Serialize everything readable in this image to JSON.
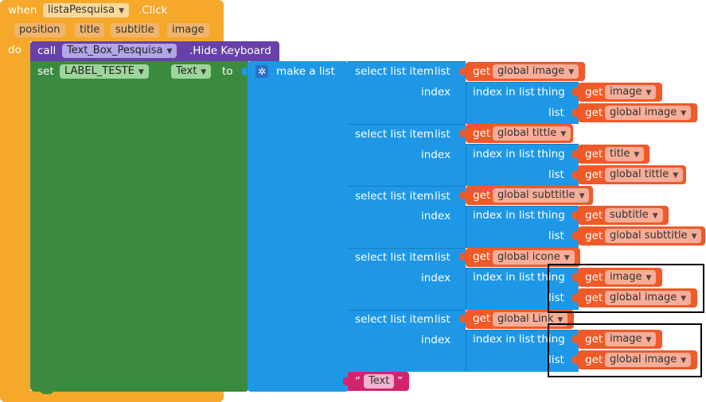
{
  "event": {
    "when": "when",
    "component": "listaPesquisa",
    "event_name": ".Click",
    "params": [
      "position",
      "title",
      "subtitle",
      "image"
    ],
    "do": "do"
  },
  "call_block": {
    "call": "call",
    "component": "Text_Box_Pesquisa",
    "method": ".Hide Keyboard"
  },
  "set_block": {
    "set": "set",
    "component": "LABEL_TESTE",
    "dot": ".",
    "property": "Text",
    "to": "to"
  },
  "make_list": {
    "label": "make a list"
  },
  "select_items": [
    {
      "label": "select list item",
      "list_word": "list",
      "index_word": "index",
      "list_get": "global image",
      "index_in_list": "index in list",
      "thing_word": "thing",
      "thing_get": "image",
      "list2_word": "list",
      "list2_get": "global image"
    },
    {
      "label": "select list item",
      "list_word": "list",
      "index_word": "index",
      "list_get": "global tittle",
      "index_in_list": "index in list",
      "thing_word": "thing",
      "thing_get": "title",
      "list2_word": "list",
      "list2_get": "global tittle"
    },
    {
      "label": "select list item",
      "list_word": "list",
      "index_word": "index",
      "list_get": "global subttitle",
      "index_in_list": "index in list",
      "thing_word": "thing",
      "thing_get": "subtitle",
      "list2_word": "list",
      "list2_get": "global subttitle"
    },
    {
      "label": "select list item",
      "list_word": "list",
      "index_word": "index",
      "list_get": "global icone",
      "index_in_list": "index in list",
      "thing_word": "thing",
      "thing_get": "image",
      "list2_word": "list",
      "list2_get": "global image"
    },
    {
      "label": "select list item",
      "list_word": "list",
      "index_word": "index",
      "list_get": "global Link",
      "index_in_list": "index in list",
      "thing_word": "thing",
      "thing_get": "image",
      "list2_word": "list",
      "list2_get": "global image"
    }
  ],
  "get_word": "get",
  "text_block": {
    "open_quote": "“",
    "value": "Text",
    "close_quote": "”"
  },
  "colors": {
    "event": "#f6a82a",
    "procedure": "#6741a8",
    "set": "#3a8b3f",
    "list": "#1e98e6",
    "get": "#f05a28",
    "text": "#d3236e",
    "highlight": "#000000"
  }
}
